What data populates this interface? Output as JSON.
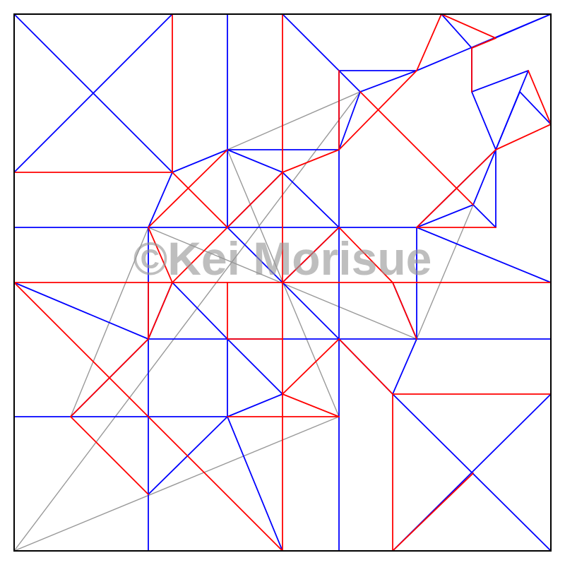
{
  "watermark": "©Kei Morisue",
  "colors": {
    "background": "#ffffff",
    "border": "#000000",
    "mountain": "#0000ff",
    "valley": "#ff0000",
    "auxiliary": "#999999"
  },
  "legend_note": "",
  "crease_types": [
    "border",
    "mountain",
    "valley",
    "auxiliary"
  ]
}
